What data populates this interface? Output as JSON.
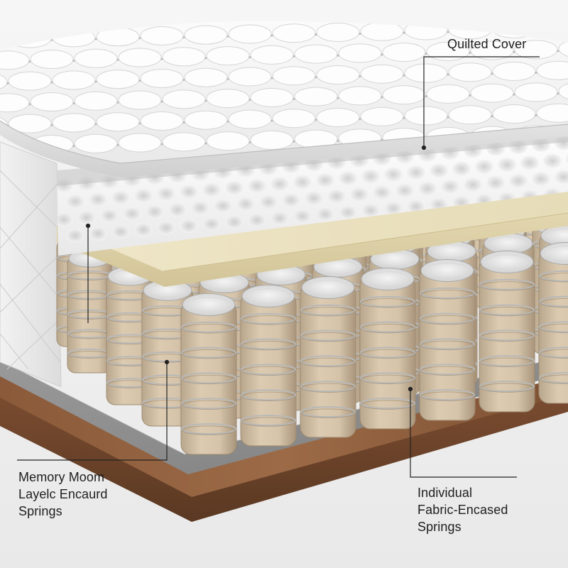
{
  "labels": {
    "quilted_cover": "Quilted Cover",
    "memory_foam": [
      "Memory Moom",
      "Layelc Encaurd",
      "Springs"
    ],
    "individual_springs": [
      "Individual",
      "Fabric-Encased",
      "Springs"
    ]
  },
  "colors": {
    "background": "#efefef",
    "quilted_cover": "#f4f4f4",
    "egg_crate_foam": "#f7f7f7",
    "memory_foam": "#ece3c4",
    "spring_fabric": "#d8c7ad",
    "spring_coil": "#b7b7b7",
    "felt_base": "#8f8f8f",
    "wood_base": "#7a5136",
    "leader_line": "#222222"
  }
}
